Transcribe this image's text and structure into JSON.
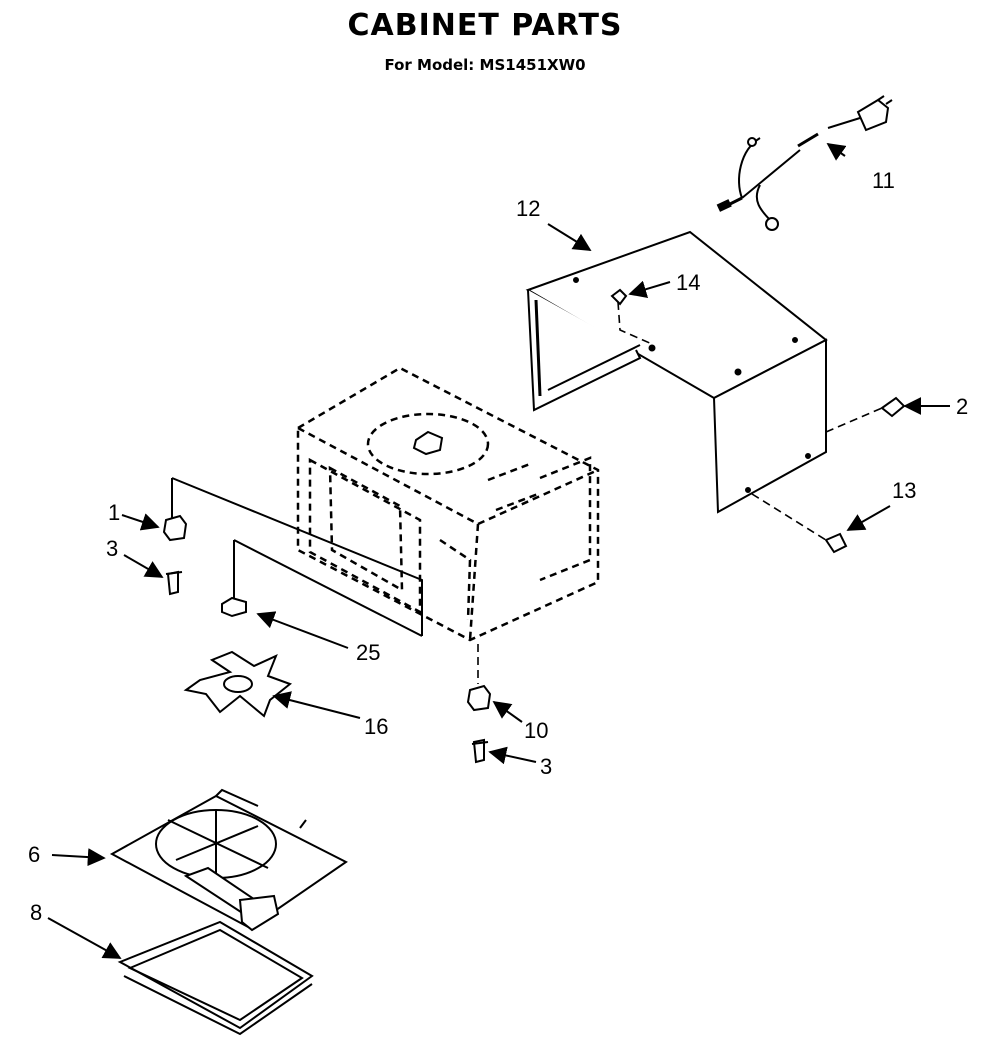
{
  "title": "CABINET PARTS",
  "subtitle": "For Model: MS1451XW0",
  "callouts": {
    "c1": "1",
    "c2": "2",
    "c3a": "3",
    "c3b": "3",
    "c6": "6",
    "c8": "8",
    "c10": "10",
    "c11": "11",
    "c12": "12",
    "c13": "13",
    "c14": "14",
    "c16": "16",
    "c25": "25"
  }
}
